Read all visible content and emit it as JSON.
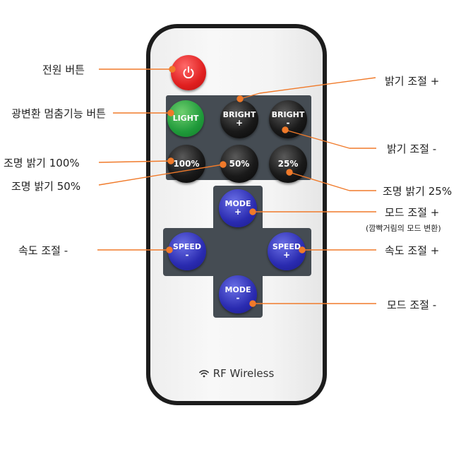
{
  "remote": {
    "power_button": {
      "icon": "power-icon",
      "color": "#e01f1f"
    },
    "buttons": {
      "light": {
        "label": "LIGHT"
      },
      "bright_up": {
        "label": "BRIGHT",
        "sign": "+"
      },
      "bright_down": {
        "label": "BRIGHT",
        "sign": "-"
      },
      "p100": {
        "label": "100%"
      },
      "p50": {
        "label": "50%"
      },
      "p25": {
        "label": "25%"
      },
      "mode_up": {
        "label": "MODE",
        "sign": "+"
      },
      "mode_down": {
        "label": "MODE",
        "sign": "-"
      },
      "speed_left": {
        "label": "SPEED",
        "sign": "-"
      },
      "speed_right": {
        "label": "SPEED",
        "sign": "+"
      }
    },
    "brand": "RF Wireless",
    "brand_icon": "wifi-icon"
  },
  "callouts": {
    "power": "전원 버튼",
    "light": "광변환 멈춤기능 버튼",
    "p100": "조명 밝기 100%",
    "p50": "조명 밝기 50%",
    "speed_minus": "속도 조절 -",
    "bright_plus": "밝기 조절 +",
    "bright_minus": "밝기 조절 -",
    "p25": "조명 밝기 25%",
    "mode_plus": "모드 조절 +",
    "mode_plus_note": "(깜빡거림의 모드 변환)",
    "speed_plus": "속도 조절 +",
    "mode_minus": "모드 조절 -"
  },
  "colors": {
    "leader_line": "#f07a2a",
    "panel": "#454c53"
  }
}
